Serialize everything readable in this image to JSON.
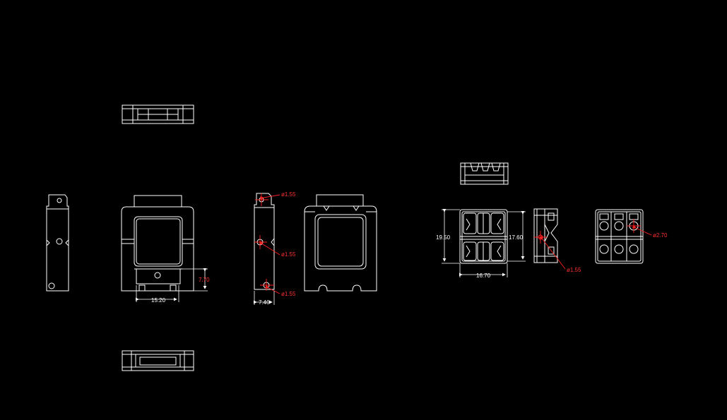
{
  "colors": {
    "background": "#000000",
    "lines": "#ffffff",
    "callouts": "#ff2020"
  },
  "dimensions": {
    "width_1520": "15.20",
    "height_770": "7.70",
    "hole_top": "ø1.55",
    "hole_mid": "ø1.55",
    "hole_bot": "ø1.55",
    "width_740": "7.40",
    "height_1950": "19.50",
    "height_1760": "17.60",
    "width_1670": "16.70",
    "hole_side": "ø1.55",
    "hole_large": "ø2.70"
  }
}
